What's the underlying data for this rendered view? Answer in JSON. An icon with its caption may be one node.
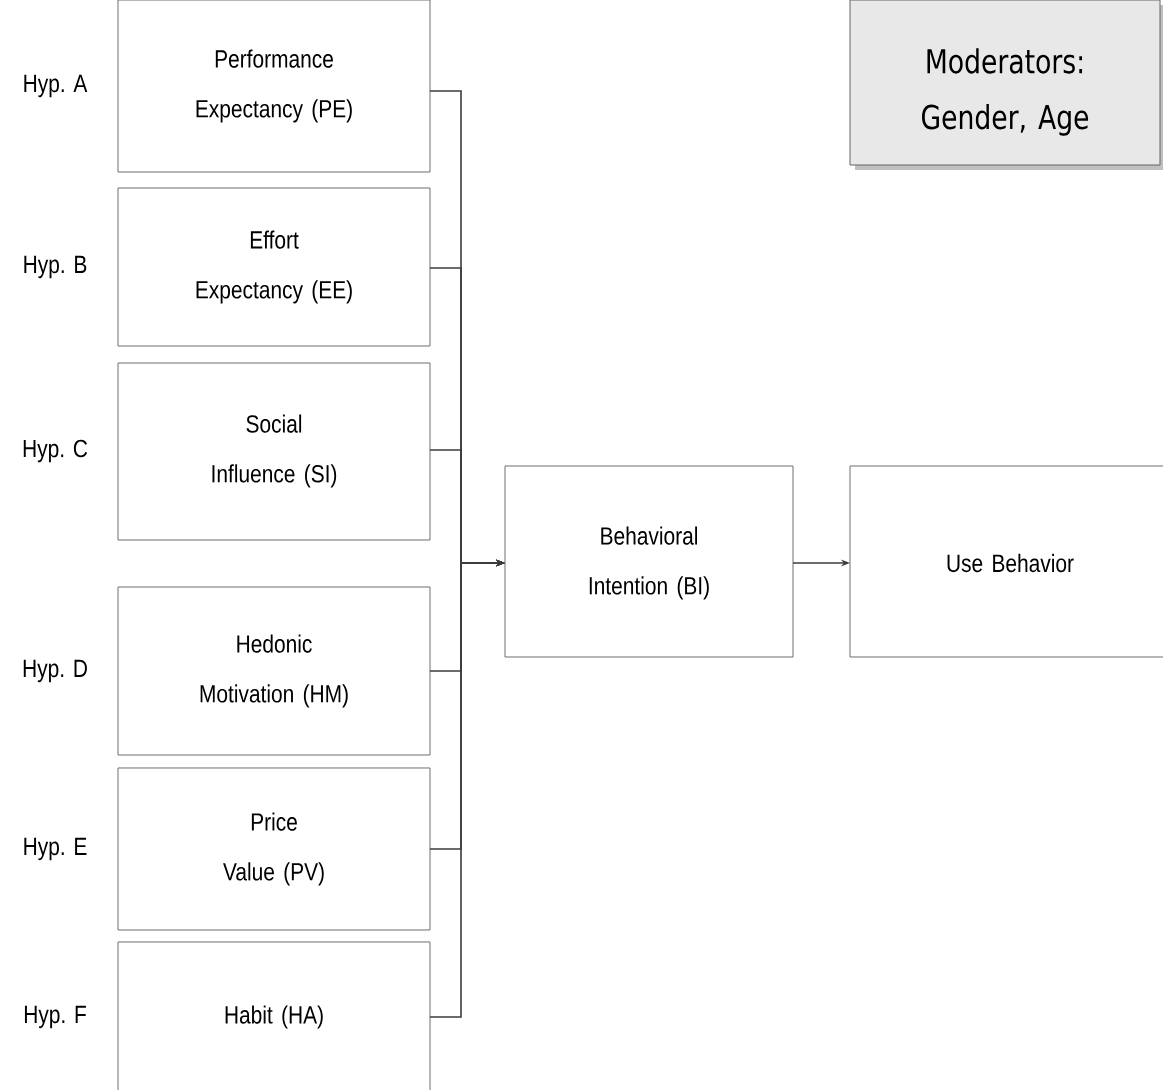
{
  "diagram": {
    "nodes": [
      {
        "text": [
          "Performance Expectancy (PE)"
        ],
        "beside": [
          "Hyp. A"
        ]
      },
      {
        "text": [
          "Effort Expectancy (EE)"
        ],
        "beside": [
          "Hyp. B"
        ]
      },
      {
        "text": [
          "Social Influence (SI)"
        ],
        "beside": [
          "Hyp. C"
        ]
      },
      {
        "text": [
          "Hedonic Motivation (HM)"
        ],
        "beside": [
          "Hyp. D"
        ]
      },
      {
        "text": [
          "Price Value (PV)"
        ],
        "beside": [
          "Hyp. E"
        ]
      },
      {
        "text": [
          "Habit (HA)"
        ],
        "beside": [
          "Hyp. F"
        ]
      },
      {
        "text": [
          "Behavioral Intention (BI)"
        ]
      },
      {
        "text": [
          "Use Behavior"
        ]
      },
      {
        "text": [
          "Moderators: Gender, Age"
        ]
      }
    ],
    "edges": [
      {
        "from": 0,
        "to": 6,
        "arrow": "to"
      },
      {
        "from": 1,
        "to": 6,
        "arrow": "to"
      },
      {
        "from": 2,
        "to": 6,
        "arrow": "to"
      },
      {
        "from": 3,
        "to": 6,
        "arrow": "to"
      },
      {
        "from": 4,
        "to": 6,
        "arrow": "to"
      },
      {
        "from": 5,
        "to": 6,
        "arrow": "to"
      },
      {
        "from": 6,
        "to": 7,
        "arrow": "to"
      }
    ]
  }
}
